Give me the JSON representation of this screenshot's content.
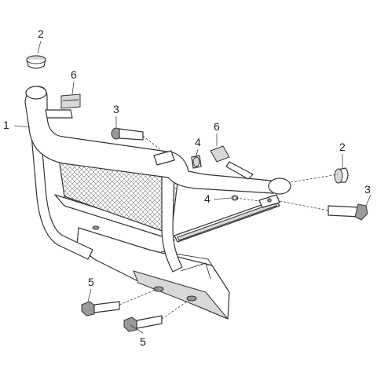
{
  "diagram": {
    "callouts": [
      {
        "id": "1",
        "text": "1"
      },
      {
        "id": "2a",
        "text": "2"
      },
      {
        "id": "2b",
        "text": "2"
      },
      {
        "id": "3a",
        "text": "3"
      },
      {
        "id": "3b",
        "text": "3"
      },
      {
        "id": "4a",
        "text": "4"
      },
      {
        "id": "4b",
        "text": "4"
      },
      {
        "id": "5a",
        "text": "5"
      },
      {
        "id": "5b",
        "text": "5"
      },
      {
        "id": "6a",
        "text": "6"
      },
      {
        "id": "6b",
        "text": "6"
      }
    ]
  }
}
